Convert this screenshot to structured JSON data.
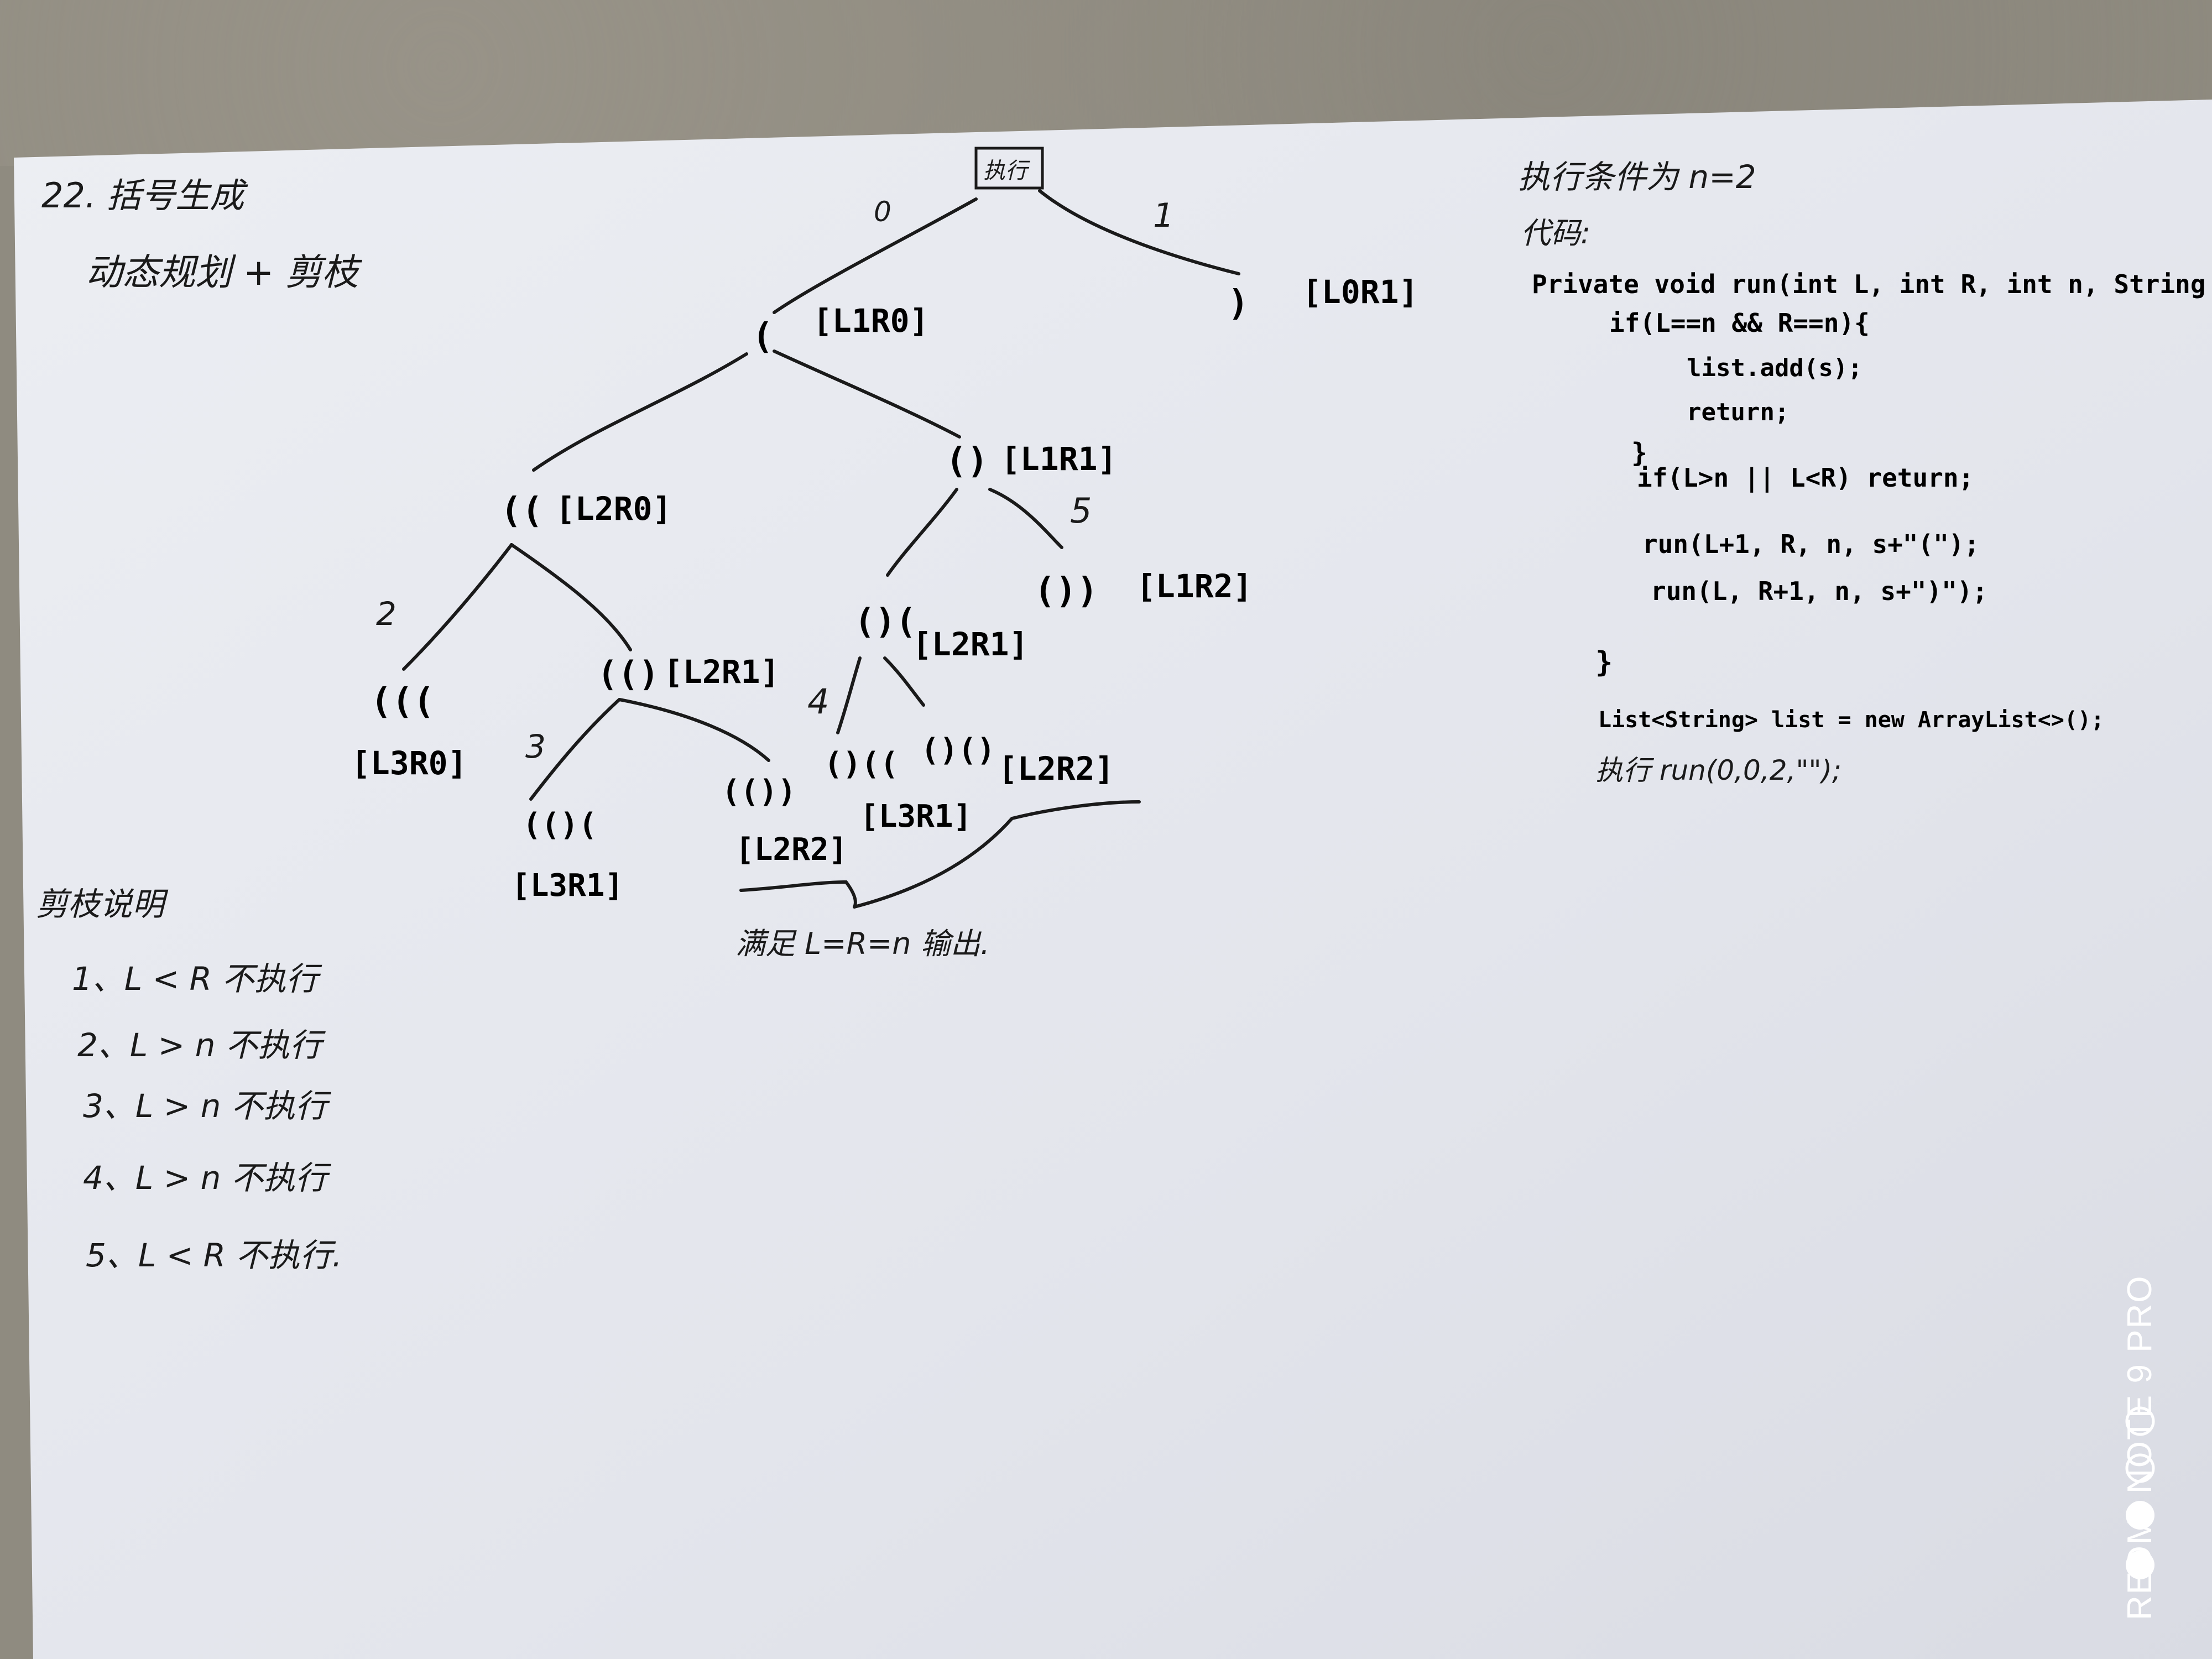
{
  "title": "22. 括号生成",
  "subtitle": "动态规划 + 剪枝",
  "tree": {
    "root": "执行",
    "edge_labels": {
      "left": "0",
      "right": "1"
    },
    "nodes": [
      {
        "id": "n1",
        "text": "(",
        "state": "[L1R0]"
      },
      {
        "id": "n2",
        "text": ")",
        "state": "[L0R1]"
      },
      {
        "id": "n3",
        "text": "((",
        "state": "[L2R0]"
      },
      {
        "id": "n4",
        "text": "()",
        "state": "[L1R1]"
      },
      {
        "id": "n5",
        "text": "(((",
        "state": "[L3R0]"
      },
      {
        "id": "n6",
        "text": "(()",
        "state": "[L2R1]"
      },
      {
        "id": "n7",
        "text": "()(",
        "state": "[L2R1]"
      },
      {
        "id": "n8",
        "text": "())",
        "state": "[L1R2]"
      },
      {
        "id": "n9",
        "text": "(()(",
        "state": "[L3R1]"
      },
      {
        "id": "n10",
        "text": "(())",
        "state": "[L2R2]"
      },
      {
        "id": "n11",
        "text": "()((",
        "state": "[L3R1]"
      },
      {
        "id": "n12",
        "text": "()()",
        "state": "[L2R2]"
      }
    ],
    "prune_marks": [
      "2",
      "3",
      "4",
      "5"
    ],
    "output_note": "满足 L=R=n 输出."
  },
  "prune": {
    "heading": "剪枝说明",
    "items": [
      "1、L < R 不执行",
      "2、L > n 不执行",
      "3、L > n 不执行",
      "4、L > n 不执行",
      "5、L < R 不执行."
    ]
  },
  "code": {
    "condition": "执行条件为 n=2",
    "label": "代码:",
    "lines": [
      "Private void run(int L, int R, int n, String s){",
      "if(L==n && R==n){",
      "list.add(s);",
      "return;",
      "}",
      "if(L>n || L<R) return;",
      "run(L+1, R, n, s+\"(\");",
      "run(L, R+1, n, s+\")\");",
      "}",
      "List<String> list = new ArrayList<>();",
      "执行 run(0,0,2,\"\");"
    ]
  },
  "watermark": "REDMI NOTE 9 PRO"
}
